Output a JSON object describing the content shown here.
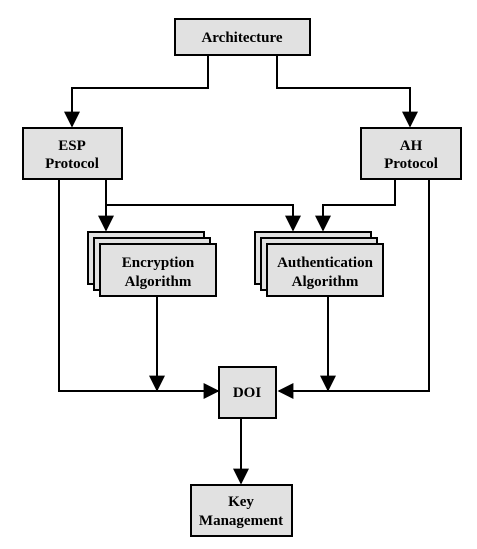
{
  "diagram": {
    "architecture": "Architecture",
    "esp": {
      "line1": "ESP",
      "line2": "Protocol"
    },
    "ah": {
      "line1": "AH",
      "line2": "Protocol"
    },
    "encryption": {
      "line1": "Encryption",
      "line2": "Algorithm"
    },
    "authentication": {
      "line1": "Authentication",
      "line2": "Algorithm"
    },
    "doi": "DOI",
    "key_management": {
      "line1": "Key",
      "line2": "Management"
    }
  },
  "colors": {
    "box_fill": "#e1e1e1",
    "stroke": "#000000",
    "background": "#ffffff"
  }
}
